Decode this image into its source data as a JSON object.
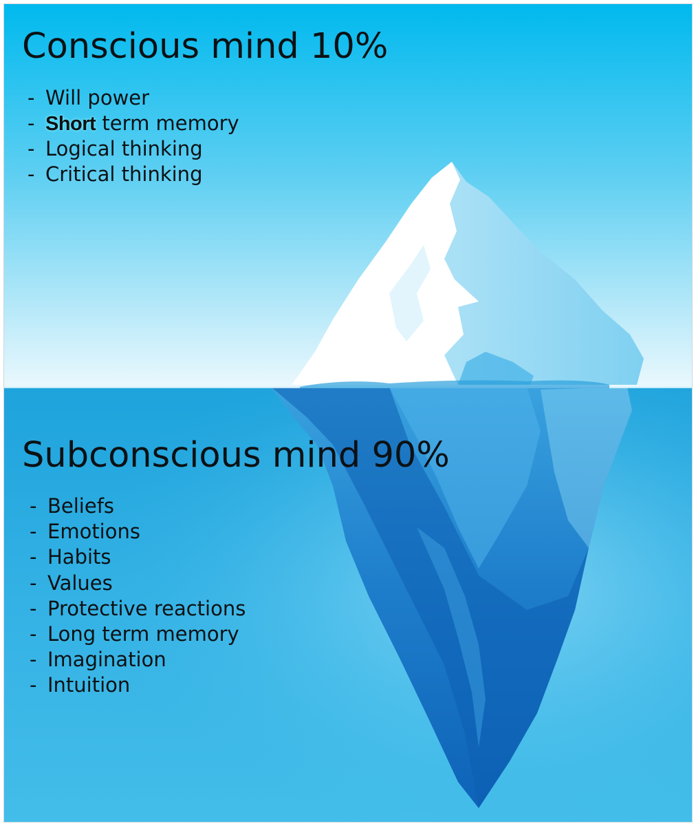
{
  "colors": {
    "sky_top": "#00b9ee",
    "sky_bottom": "#eaf8fd",
    "water_top": "#1ea3dc",
    "water_bottom": "#43bde9",
    "ice_white": "#ffffff",
    "ice_shadow": "#8fd7f2",
    "berg_dark": "#0e63b8",
    "berg_mid": "#1f86cf",
    "text": "#0c1114"
  },
  "conscious": {
    "title": "Conscious mind 10%",
    "items": [
      {
        "dash": "-",
        "text": "Will power"
      },
      {
        "dash": "-",
        "emphasis": "Short",
        "text": " term memory"
      },
      {
        "dash": "-",
        "text": "Logical thinking"
      },
      {
        "dash": "-",
        "text": "Critical thinking"
      }
    ]
  },
  "subconscious": {
    "title": "Subconscious mind 90%",
    "items": [
      {
        "dash": "-",
        "text": "Beliefs"
      },
      {
        "dash": "-",
        "text": "Emotions"
      },
      {
        "dash": "-",
        "text": "Habits"
      },
      {
        "dash": "-",
        "text": "Values"
      },
      {
        "dash": "-",
        "text": "Protective reactions"
      },
      {
        "dash": "-",
        "text": "Long term memory"
      },
      {
        "dash": "-",
        "text": "Imagination"
      },
      {
        "dash": "-",
        "text": "Intuition"
      }
    ]
  }
}
